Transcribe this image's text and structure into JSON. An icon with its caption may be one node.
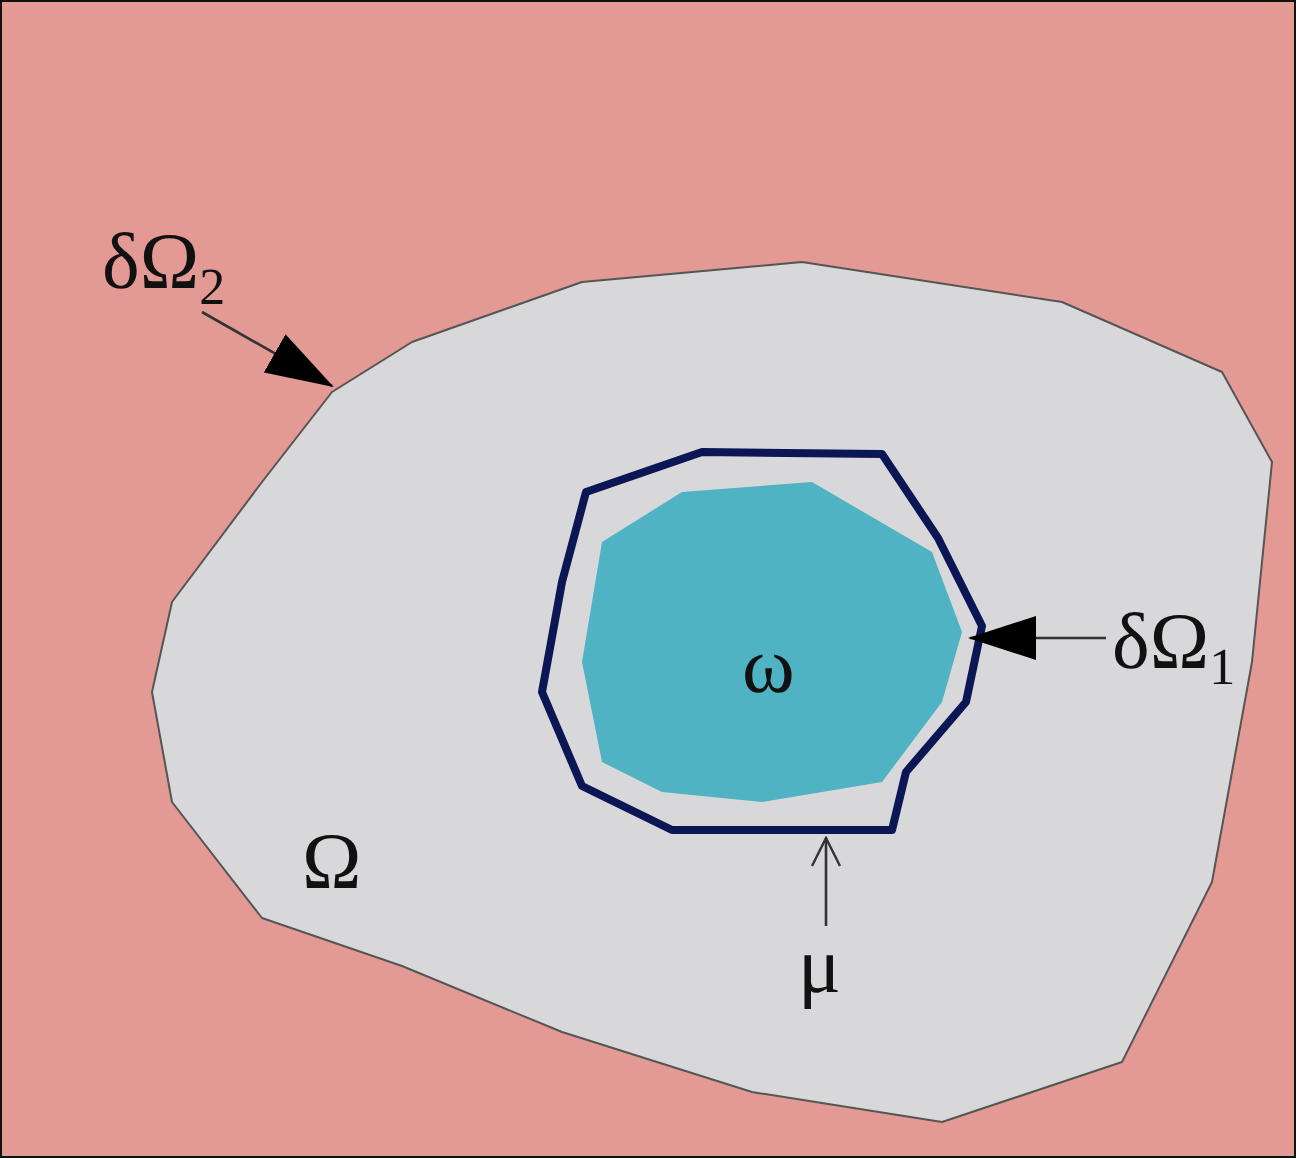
{
  "diagram": {
    "nodes": [
      {
        "text": [
          "Ω"
        ]
      },
      {
        "text": [
          "ω"
        ],
        "in": 2
      },
      {
        "text": [],
        "shape": "outline",
        "in": 0
      },
      {
        "text": [
          "δΩ$_{2}$"
        ]
      },
      {
        "text": [
          "δΩ$_{1}$"
        ],
        "in": 0
      },
      {
        "text": [
          "μ"
        ],
        "in": 0
      }
    ],
    "edges": [
      {
        "from": 3,
        "to": 0,
        "arrow": "to"
      },
      {
        "from": 4,
        "to": 2,
        "arrow": "to"
      },
      {
        "from": 5,
        "to": 2,
        "arrow": "to"
      }
    ]
  }
}
